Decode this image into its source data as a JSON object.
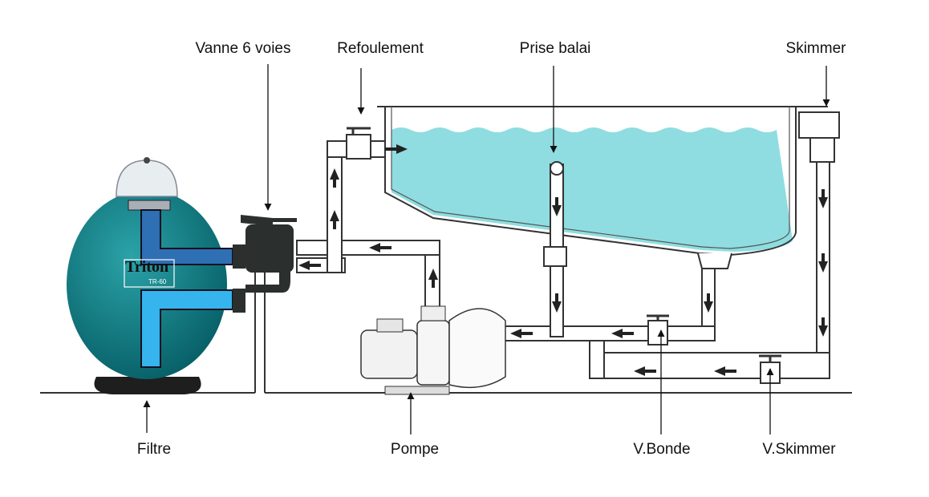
{
  "labels": {
    "vanne": "Vanne 6 voies",
    "refoulement": "Refoulement",
    "prise_balai": "Prise balai",
    "skimmer": "Skimmer",
    "filtre": "Filtre",
    "pompe": "Pompe",
    "v_bonde": "V.Bonde",
    "v_skimmer": "V.Skimmer"
  },
  "filter_brand": {
    "name": "Triton",
    "model": "TR-60"
  },
  "colors": {
    "water": "#8fdde0",
    "filter_tank": "#0f7f86",
    "valve": "#2b2f2e",
    "outlet_pipe": "#2f6fb4",
    "inlet_pipe": "#35b4ee"
  }
}
